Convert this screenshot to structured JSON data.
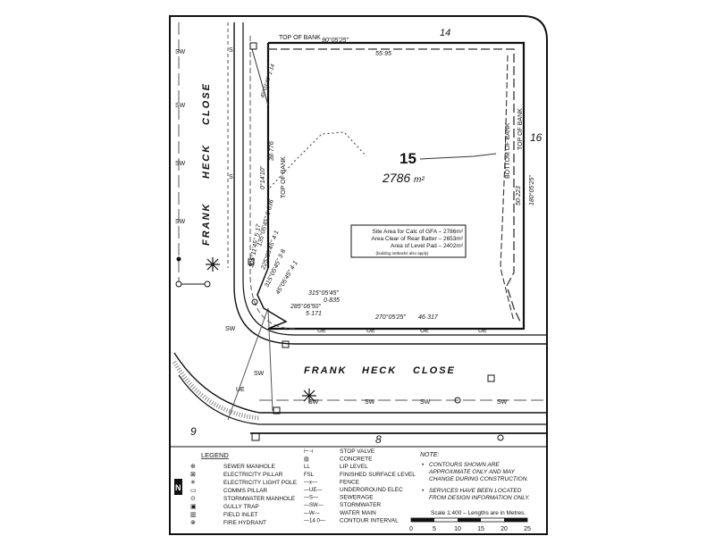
{
  "lots": {
    "main": {
      "number": "15",
      "area": "2786",
      "area_unit": "m²"
    },
    "neighbor_right": "16",
    "neighbor_bottom_left": "9",
    "neighbor_bottom": "8",
    "neighbor_top": "14"
  },
  "streets": {
    "vertical": [
      "FRANK",
      "HECK",
      "CLOSE"
    ],
    "horizontal": [
      "FRANK",
      "HECK",
      "CLOSE"
    ]
  },
  "bank_labels": {
    "top_of_bank_top": "TOP OF BANK",
    "top_of_bank_left": "TOP OF BANK",
    "top_of_bank_right": "TOP OF BANK",
    "bottom_of_bank": "BOTTOM OF BANK"
  },
  "dimensions": {
    "top_bearing": "90°05'25\"",
    "top_length": "55·95",
    "right_bearing": "180°05'25\"",
    "right_length": "50·223",
    "bottom_bearing": "270°05'25\"",
    "bottom_length": "46·317",
    "left_bearing": "0°14'10\"",
    "left_length": "38·776",
    "chord_1": "315°05'45\"",
    "chord_1_len": "0·835",
    "chord_2": "285°06'50\"",
    "chord_2_len": "5·171",
    "chord_3": "45°05'45\"",
    "chord_3_len": "4·1",
    "chord_4": "315°05'45\"",
    "chord_4_len": "3·8",
    "chord_5": "225°05'45\"",
    "chord_5_len": "4·1",
    "chord_6": "135°05'45\"",
    "chord_6_len": "0·836",
    "chord_7": "105°11'45\"",
    "chord_7_len": "5·17",
    "top_chord": "45°03'45\"",
    "top_chord_len": "1·14"
  },
  "site_area_box": {
    "line1": "Site Area for Calc of GFA – 2786m²",
    "line2": "Area Clear of Rear Batter – 2653m²",
    "line3": "Area of Level Pad – 2402m²",
    "line4": "(building setbacks also apply)"
  },
  "line_codes": {
    "sw": "SW",
    "ue": "UE",
    "s": "S"
  },
  "legend": {
    "title": "LEGEND",
    "left_items": [
      {
        "symbol": "⊕",
        "label": "SEWER MANHOLE"
      },
      {
        "symbol": "⊠",
        "label": "ELECTRICITY PILLAR"
      },
      {
        "symbol": "✳",
        "label": "ELECTRICITY LIGHT POLE"
      },
      {
        "symbol": "▭",
        "label": "COMMS PILLAR"
      },
      {
        "symbol": "⊙",
        "label": "STORMWATER MANHOLE"
      },
      {
        "symbol": "▣",
        "label": "GULLY TRAP"
      },
      {
        "symbol": "▥",
        "label": "FIELD INLET"
      },
      {
        "symbol": "⊗",
        "label": "FIRE HYDRANT"
      }
    ],
    "right_items": [
      {
        "symbol": "⊢⊣",
        "label": "STOP VALVE"
      },
      {
        "symbol": "▨",
        "label": "CONCRETE"
      },
      {
        "symbol": "LL",
        "label": "LIP LEVEL"
      },
      {
        "symbol": "FSL",
        "label": "FINISHED SURFACE LEVEL"
      },
      {
        "symbol": "—x—",
        "label": "FENCE"
      },
      {
        "symbol": "—UE—",
        "label": "UNDERGROUND ELEC"
      },
      {
        "symbol": "—S—",
        "label": "SEWERAGE"
      },
      {
        "symbol": "—SW—",
        "label": "STORMWATER"
      },
      {
        "symbol": "—W—",
        "label": "WATER MAIN"
      },
      {
        "symbol": "—14·0—",
        "label": "CONTOUR INTERVAL"
      }
    ]
  },
  "notes": {
    "title": "NOTE:",
    "items": [
      "CONTOURS SHOWN ARE APPROXIMATE ONLY AND MAY CHANGE DURING CONSTRUCTION.",
      "SERVICES HAVE BEEN LOCATED FROM DESIGN INFORMATION ONLY."
    ]
  },
  "scale": {
    "label": "Scale 1:400 – Lengths are in Metres.",
    "ticks": [
      "0",
      "5",
      "10",
      "15",
      "20",
      "25"
    ]
  },
  "north": "N",
  "colors": {
    "ink": "#111111",
    "grey": "#777777",
    "paper": "#ffffff"
  }
}
